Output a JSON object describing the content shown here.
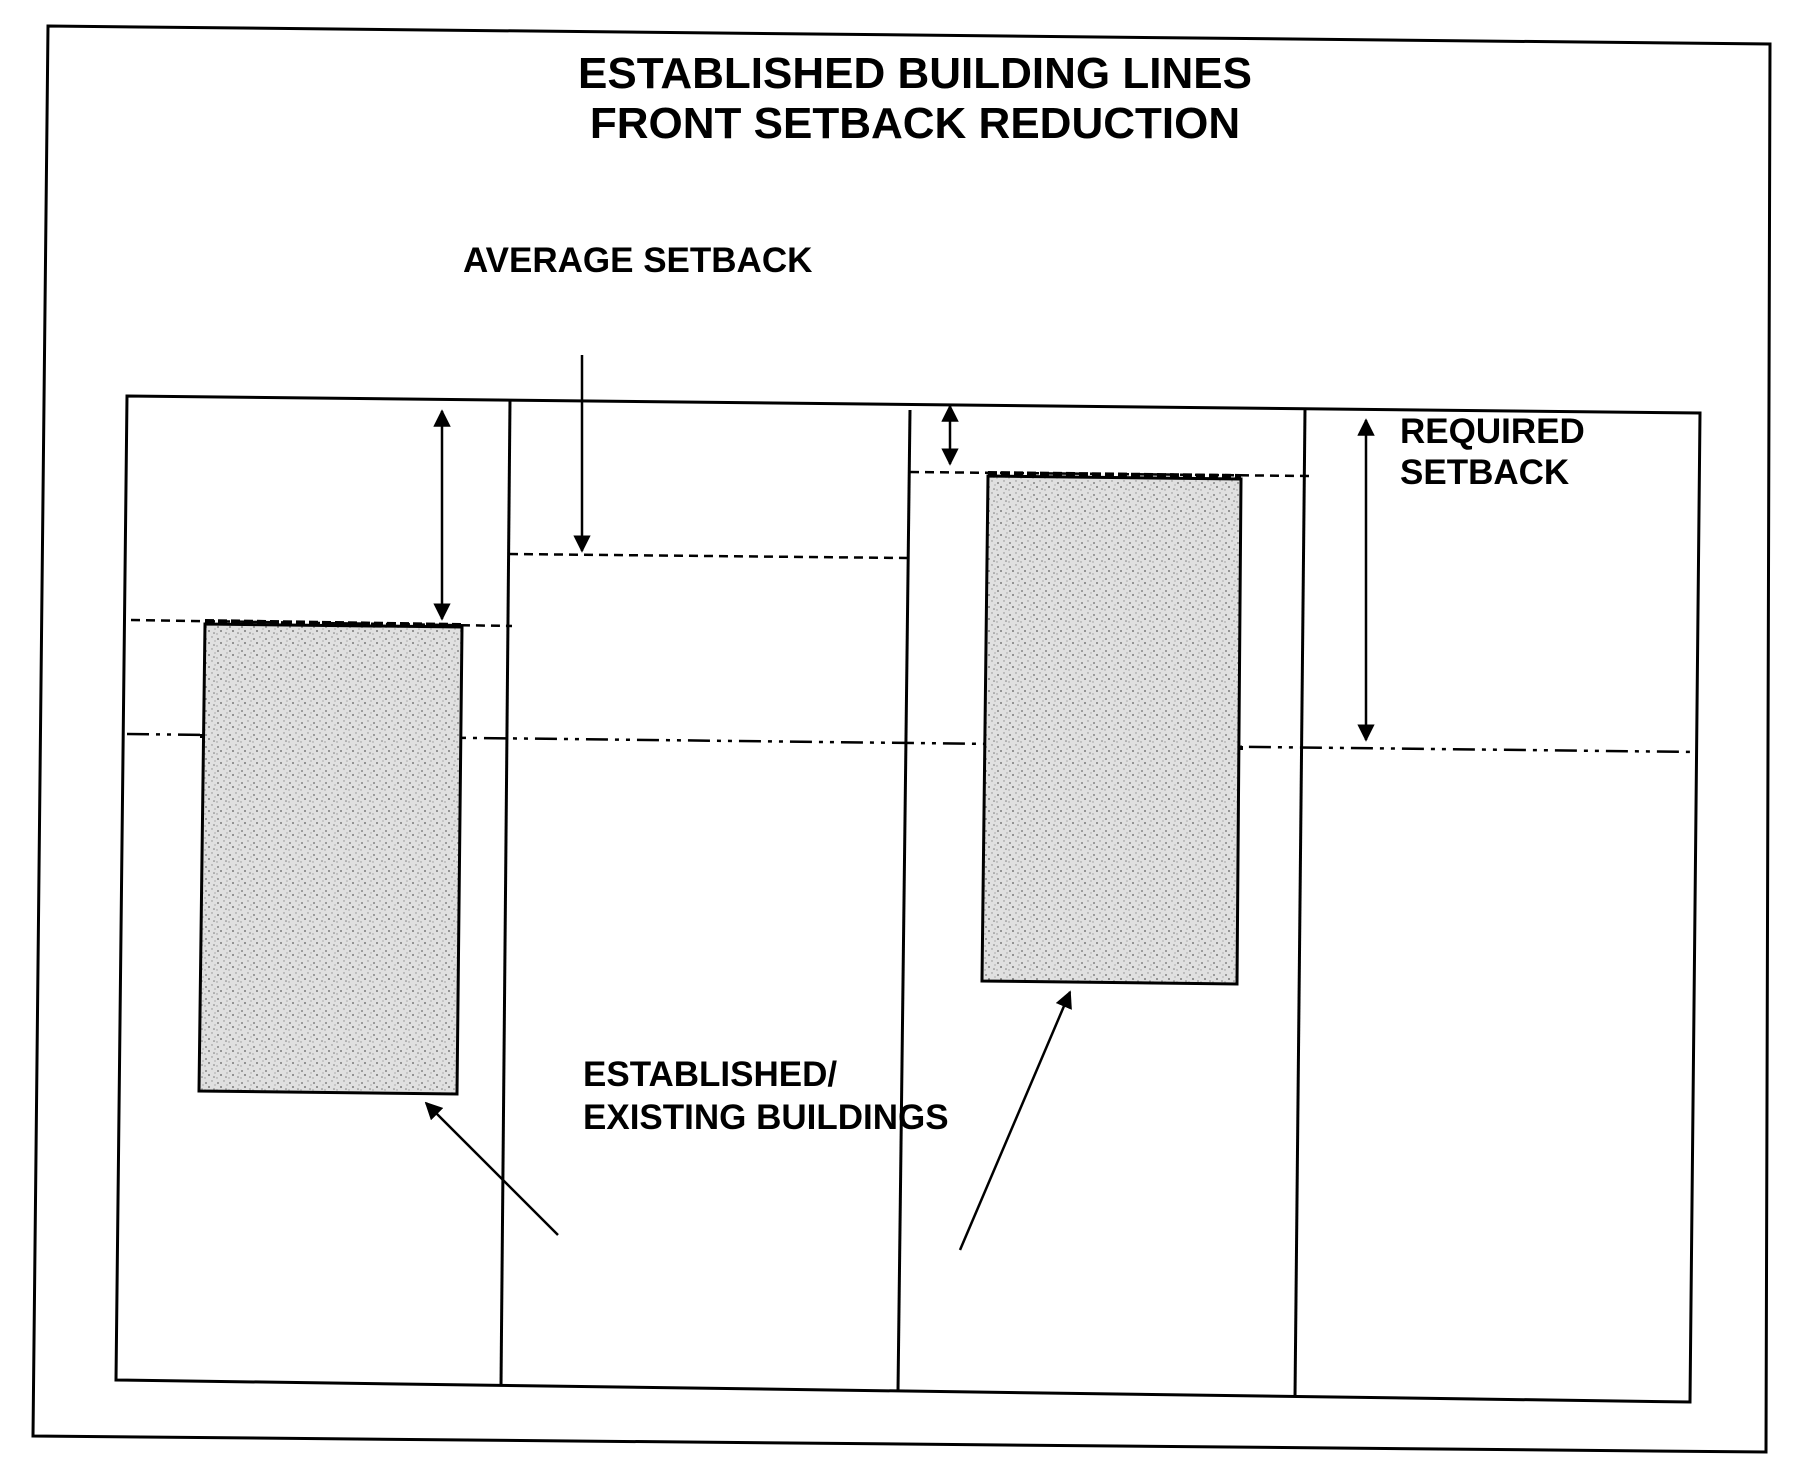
{
  "diagram": {
    "title_line_1": "ESTABLISHED BUILDING LINES",
    "title_line_2": "FRONT SETBACK REDUCTION",
    "labels": {
      "average_setback": "AVERAGE SETBACK",
      "required_setback_line_1": "REQUIRED",
      "required_setback_line_2": "SETBACK",
      "buildings_line_1": "ESTABLISHED/",
      "buildings_line_2": "EXISTING BUILDINGS"
    },
    "colors": {
      "ink": "#000000",
      "building_fill": "#d9d9d9",
      "background": "#ffffff"
    }
  }
}
